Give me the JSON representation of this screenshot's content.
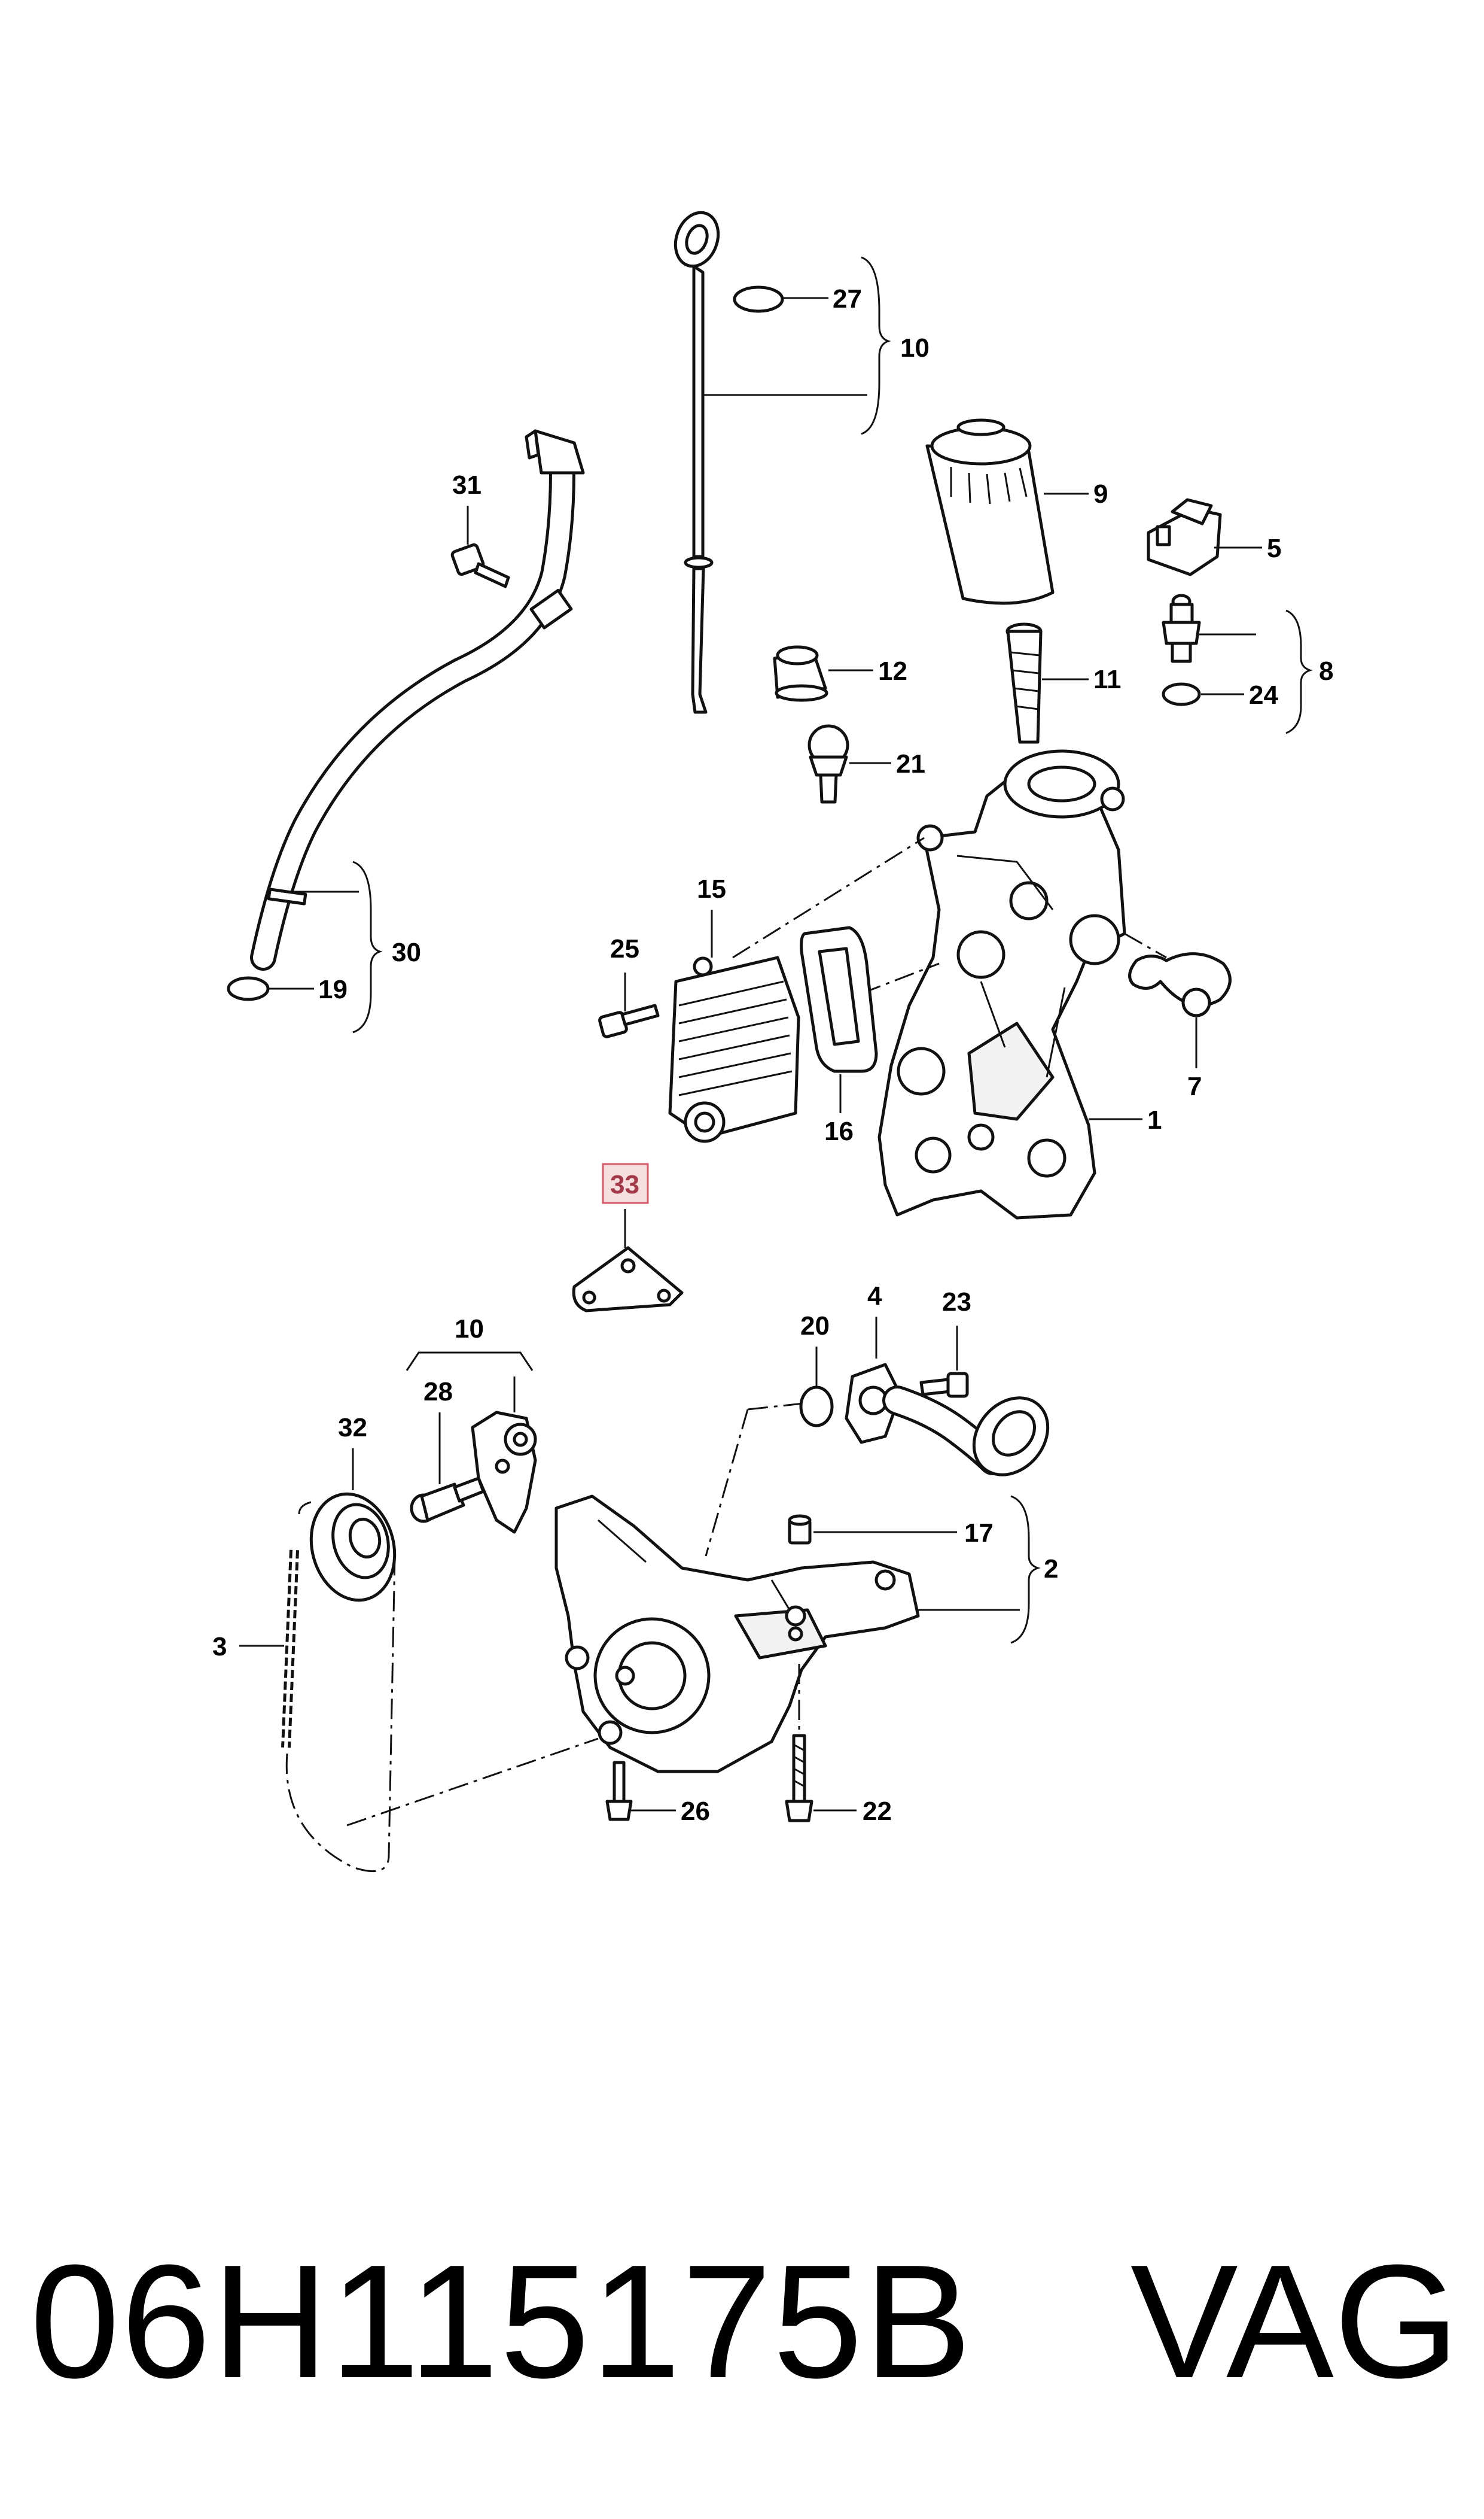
{
  "callouts": {
    "c1": "1",
    "c2": "2",
    "c3": "3",
    "c4": "4",
    "c5": "5",
    "c7": "7",
    "c8": "8",
    "c9": "9",
    "c10_top": "10",
    "c10_bottom": "10",
    "c11": "11",
    "c12": "12",
    "c15": "15",
    "c16": "16",
    "c17": "17",
    "c19": "19",
    "c20": "20",
    "c21": "21",
    "c22": "22",
    "c23": "23",
    "c24": "24",
    "c25_top": "25",
    "c26": "26",
    "c27": "27",
    "c28": "28",
    "c30": "30",
    "c31": "31",
    "c32": "32",
    "c33": "33"
  },
  "highlight": {
    "callout": "33",
    "color": "#a33a4a",
    "background": "#f6dede"
  },
  "footer": {
    "part_number": "06H115175B",
    "brand": "VAG"
  }
}
